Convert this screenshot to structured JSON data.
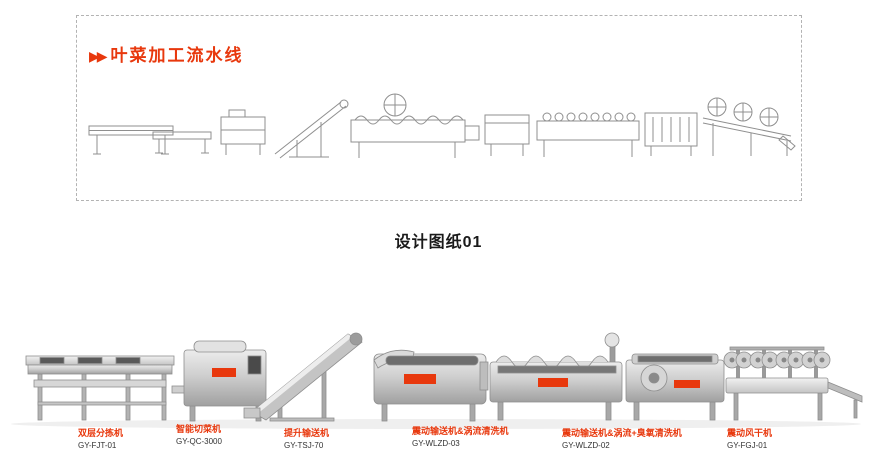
{
  "header": {
    "title": "叶菜加工流水线",
    "arrow_glyph": "▶▶"
  },
  "caption": "设计图纸01",
  "machines": [
    {
      "name": "双层分拣机",
      "model": "GY-FJT-01"
    },
    {
      "name": "智能切菜机",
      "model": "GY-QC-3000"
    },
    {
      "name": "提升输送机",
      "model": "GY-TSJ-70"
    },
    {
      "name": "震动输送机&涡流清洗机",
      "model": "GY-WLZD-03"
    },
    {
      "name": "震动输送机&涡流+臭氧清洗机",
      "model": "GY-WLZD-02"
    },
    {
      "name": "震动风干机",
      "model": "GY-FGJ-01"
    }
  ],
  "icons": {
    "double-arrow": "▶▶"
  },
  "colors": {
    "accent": "#e8380d",
    "text_dark": "#333333",
    "dashed_border": "#b3b3b3"
  }
}
